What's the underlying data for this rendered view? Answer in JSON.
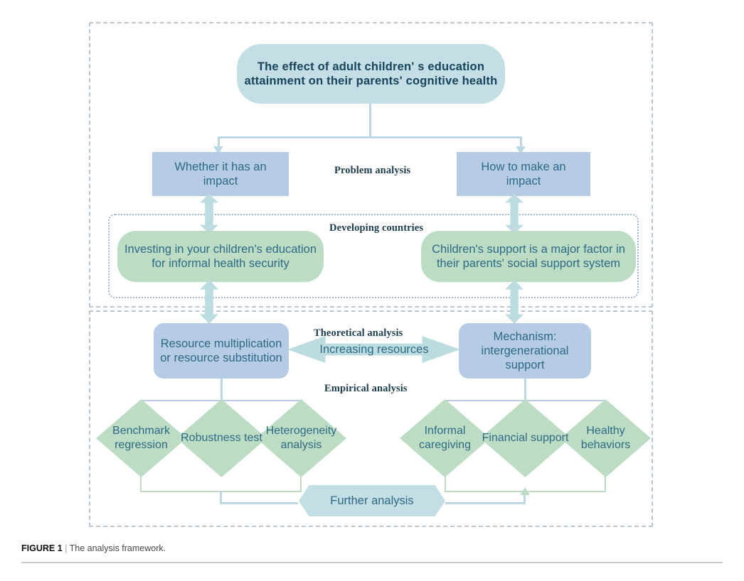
{
  "figure": {
    "number": "FIGURE 1",
    "separator": "|",
    "caption": "The analysis framework."
  },
  "diagram": {
    "title_node": "The effect of adult children' s education attainment on their parents' cognitive health",
    "stage_labels": {
      "problem_analysis": "Problem analysis",
      "developing_countries": "Developing countries",
      "theoretical_analysis": "Theoretical analysis",
      "empirical_analysis": "Empirical analysis"
    },
    "level2": {
      "left": "Whether it has an impact",
      "right": "How to make an impact"
    },
    "level3": {
      "left": "Investing in your children's education for informal health security",
      "right": "Children's support is a major factor in their parents' social support system"
    },
    "level4": {
      "left": "Resource multiplication or resource substitution",
      "right": "Mechanism: intergenerational support",
      "middle_arrow_label": "Increasing resources"
    },
    "diamonds_left": [
      "Benchmark regression",
      "Robustness test",
      "Heterogeneity analysis"
    ],
    "diamonds_right": [
      "Informal caregiving",
      "Financial support",
      "Healthy behaviors"
    ],
    "further_analysis": "Further analysis",
    "colors": {
      "title_fill": "#c3dee4",
      "blue_fill": "#b6cbe4",
      "green_fill": "#bcdcc4",
      "arrow_fill": "#bcdcdf",
      "text": "#2d6a86",
      "dashed_border": "#b9c6cf",
      "dotted_border": "#9fb8d0"
    }
  }
}
